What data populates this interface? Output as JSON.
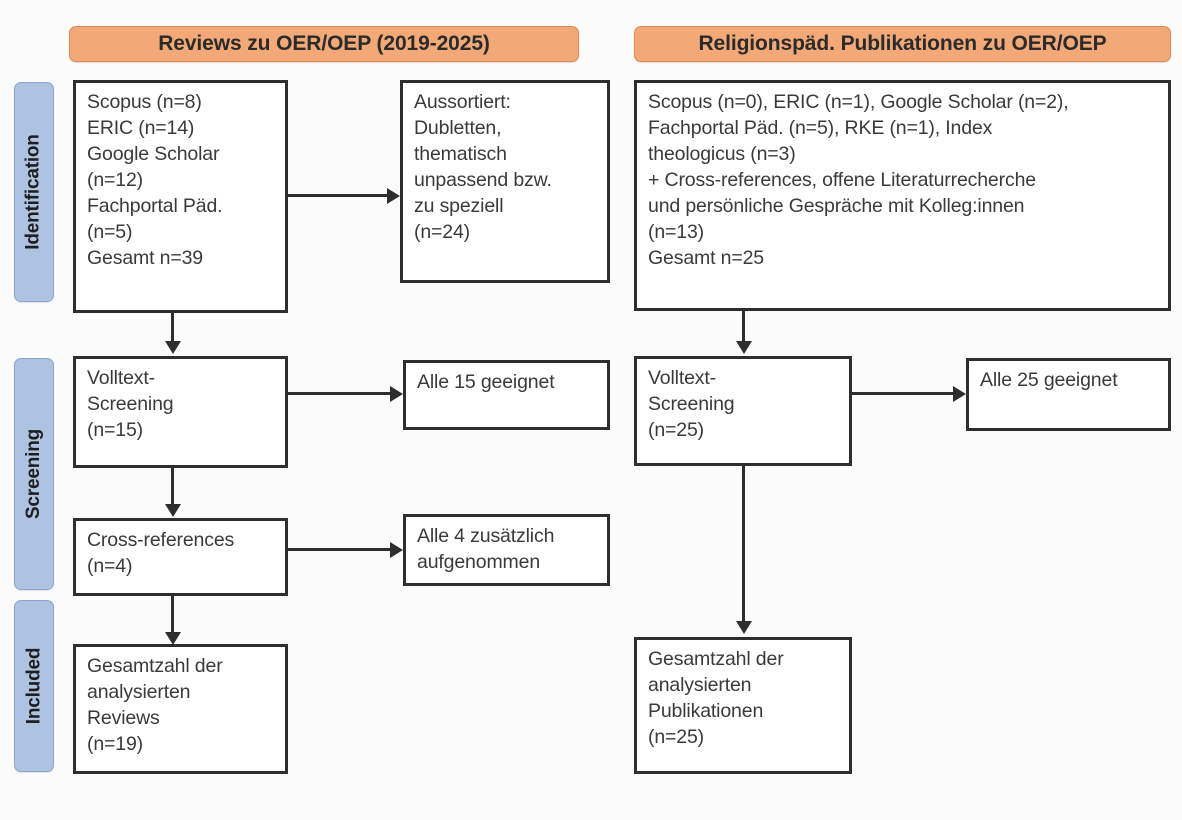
{
  "figure": {
    "type": "prisma-flow-diagram",
    "colors": {
      "header_pill": "#f2a977",
      "header_pill_border": "#d98b55",
      "stage_pill": "#aec2e2",
      "stage_pill_border": "#8ba5cd",
      "box_border": "#2e2e2e",
      "text": "#3a3a3a",
      "background": "#fbfbfb"
    }
  },
  "columns": [
    {
      "id": "reviews",
      "header": "Reviews zu OER/OEP (2019-2025)"
    },
    {
      "id": "religionspaed",
      "header": "Religionspäd. Publikationen zu OER/OEP"
    }
  ],
  "stages": [
    {
      "id": "identification",
      "label": "Identification"
    },
    {
      "id": "screening",
      "label": "Screening"
    },
    {
      "id": "included",
      "label": "Included"
    }
  ],
  "boxes": {
    "left_identification": "Scopus (n=8)\nERIC (n=14)\nGoogle Scholar\n(n=12)\nFachportal Päd.\n(n=5)\nGesamt n=39",
    "left_excluded": "Aussortiert:\nDubletten,\nthematisch\nunpassend bzw.\nzu speziell\n(n=24)",
    "left_screening": "Volltext-\nScreening\n(n=15)",
    "left_screening_result": "Alle 15 geeignet",
    "left_crossrefs": "Cross-references\n(n=4)",
    "left_crossrefs_result": "Alle 4 zusätzlich\naufgenommen",
    "left_included": "Gesamtzahl der\nanalysierten\nReviews\n(n=19)",
    "right_identification": "Scopus (n=0), ERIC (n=1), Google Scholar (n=2),\nFachportal Päd. (n=5), RKE (n=1), Index\ntheologicus (n=3)\n+ Cross-references, offene Literaturrecherche\nund persönliche Gespräche mit Kolleg:innen\n(n=13)\nGesamt n=25",
    "right_screening": "Volltext-\nScreening\n(n=25)",
    "right_screening_result": "Alle 25 geeignet",
    "right_included": "Gesamtzahl der\nanalysierten\nPublikationen\n(n=25)"
  },
  "counts": {
    "left_scopus": 8,
    "left_eric": 14,
    "left_google_scholar": 12,
    "left_fachportal": 5,
    "left_total": 39,
    "left_excluded": 24,
    "left_fulltext_screening": 15,
    "left_crossrefs": 4,
    "left_included": 19,
    "right_scopus": 0,
    "right_eric": 1,
    "right_google_scholar": 2,
    "right_fachportal": 5,
    "right_rke": 1,
    "right_index_theologicus": 3,
    "right_other_sources": 13,
    "right_total": 25,
    "right_fulltext_screening": 25,
    "right_included": 25
  }
}
